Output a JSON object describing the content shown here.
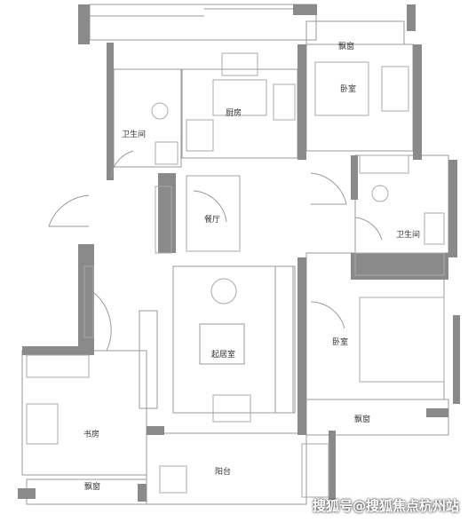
{
  "rooms": {
    "bay_window_top": "飘窗",
    "bedroom_top": "卧室",
    "kitchen": "厨房",
    "bathroom_left": "卫生间",
    "dining": "餐厅",
    "bathroom_right": "卫生间",
    "living": "起居室",
    "bedroom_right": "卧室",
    "bay_window_right": "飘窗",
    "study": "书房",
    "balcony": "阳台",
    "bay_window_bottom": "飘窗"
  },
  "watermark": "搜狐号@搜狐焦点杭州站",
  "colors": {
    "wall": "#8a8a8a",
    "line": "#9a9a9a",
    "fixture": "#aaaaaa"
  }
}
